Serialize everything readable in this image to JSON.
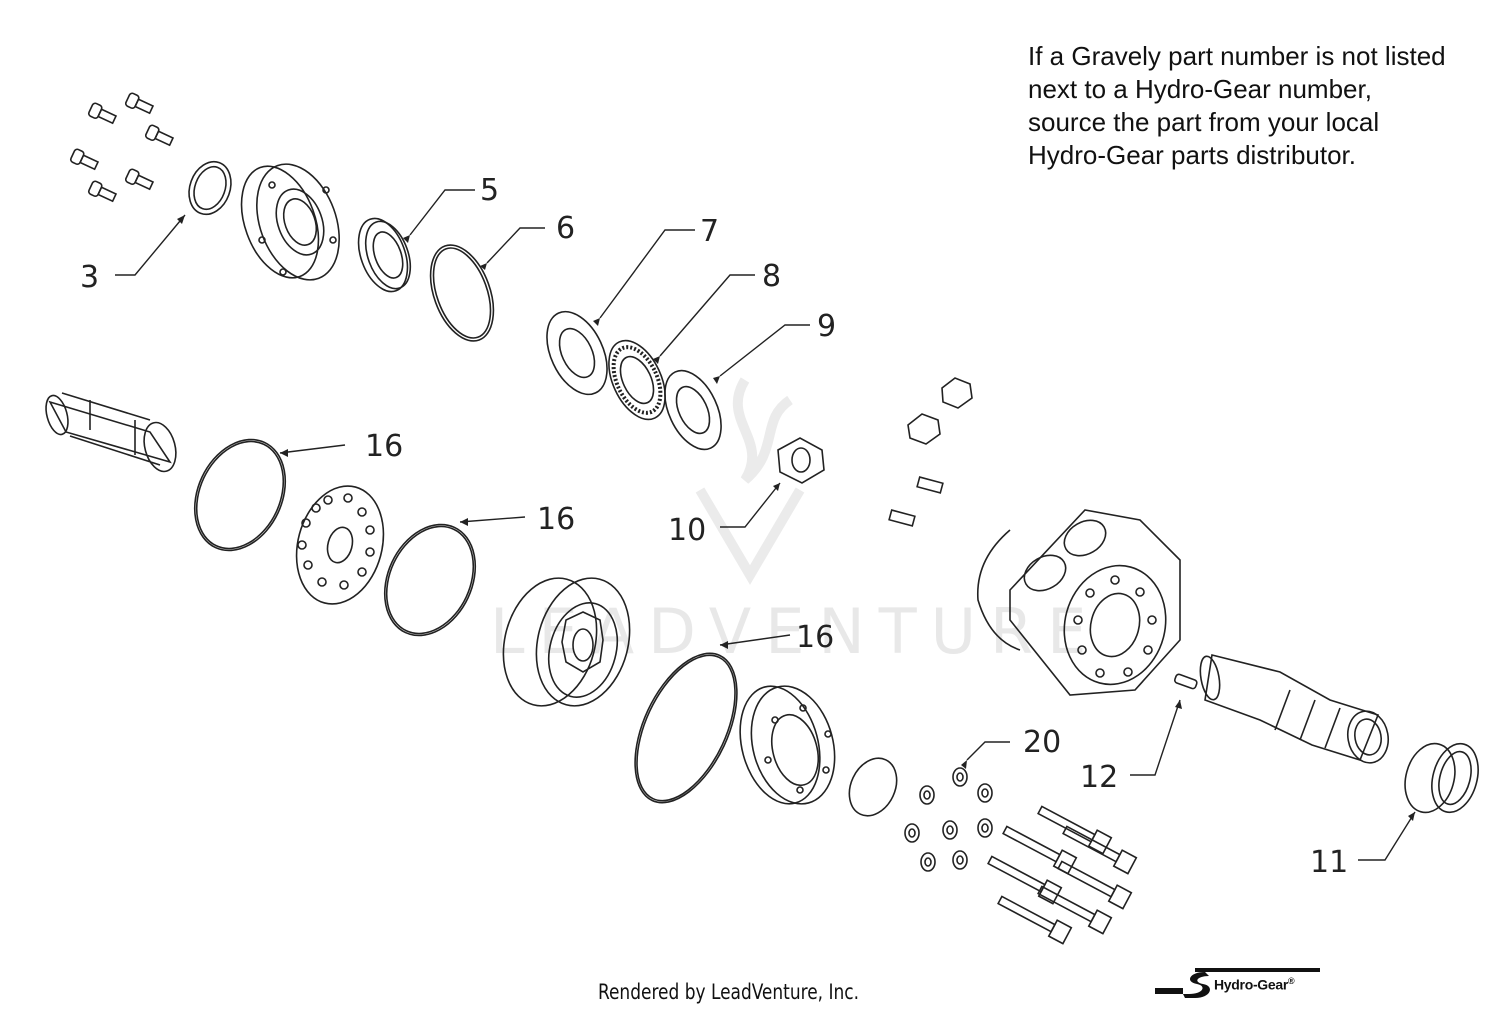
{
  "note_lines": [
    "If a Gravely part number is not listed",
    "next to a Hydro-Gear number,",
    "source the part from your local",
    "Hydro-Gear parts distributor."
  ],
  "footer": "Rendered by LeadVenture, Inc.",
  "logo": {
    "name": "Hydro-Gear",
    "registered": "®",
    "icon": "hydro-gear-logo-icon"
  },
  "watermark": "LEADVENTURE",
  "callouts": [
    {
      "id": "c3",
      "label": "3"
    },
    {
      "id": "c5",
      "label": "5"
    },
    {
      "id": "c6",
      "label": "6"
    },
    {
      "id": "c7",
      "label": "7"
    },
    {
      "id": "c8",
      "label": "8"
    },
    {
      "id": "c9",
      "label": "9"
    },
    {
      "id": "c16a",
      "label": "16"
    },
    {
      "id": "c16b",
      "label": "16"
    },
    {
      "id": "c16c",
      "label": "16"
    },
    {
      "id": "c10",
      "label": "10"
    },
    {
      "id": "c20",
      "label": "20"
    },
    {
      "id": "c12",
      "label": "12"
    },
    {
      "id": "c11",
      "label": "11"
    }
  ]
}
